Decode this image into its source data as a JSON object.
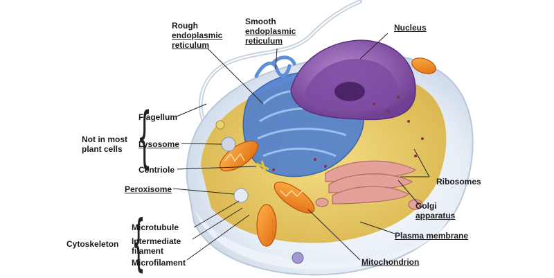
{
  "labels": {
    "rough_er": [
      "Rough",
      "endoplasmic",
      "reticulum"
    ],
    "smooth_er": [
      "Smooth",
      "endoplasmic",
      "reticulum"
    ],
    "nucleus": "Nucleus",
    "flagellum": "Flagellum",
    "lysosome": "Lysosome",
    "centriole": "Centriole",
    "not_in_most_plant_cells": [
      "Not in most",
      "plant cells"
    ],
    "peroxisome": "Peroxisome",
    "ribosomes": "Ribosomes",
    "golgi": [
      "Golgi",
      "apparatus"
    ],
    "plasma_membrane": "Plasma membrane",
    "mitochondrion": "Mitochondrion",
    "cytoskeleton": "Cytoskeleton",
    "microtubule": "Microtubule",
    "intermediate_filament": [
      "Intermediate",
      "filament"
    ],
    "microfilament": "Microfilament"
  },
  "colors": {
    "cytoplasm": "#e8c65a",
    "membrane": "#dfe8f2",
    "er": "#4f7fd0",
    "nucleus": "#8a5aa8",
    "golgi": "#d98f8a",
    "mitochondrion": "#f08a1e",
    "leader_line": "#222222"
  }
}
